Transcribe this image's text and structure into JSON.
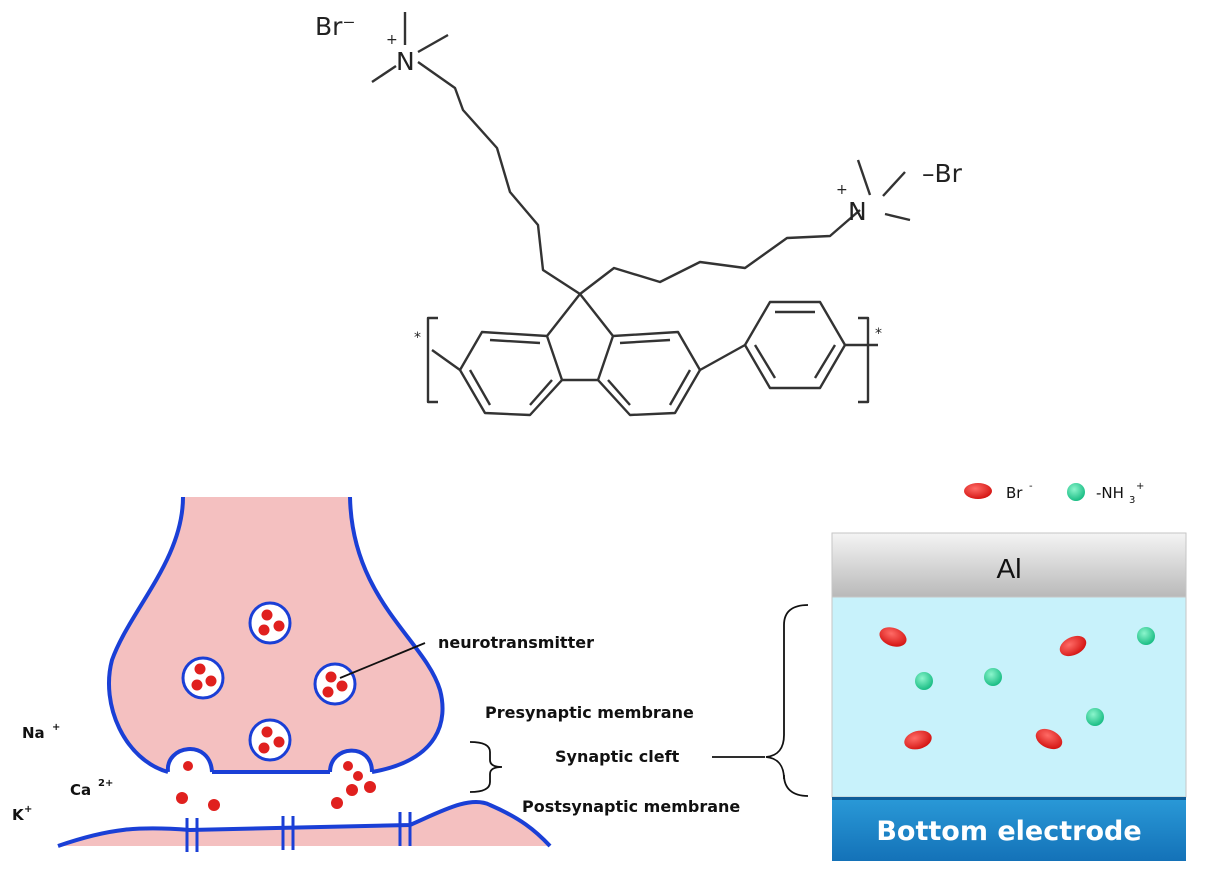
{
  "molecule": {
    "counterion_left": "Br⁻",
    "counterion_right": "–Br",
    "nitrogen": "N",
    "charge_plus": "+",
    "chain_end_marker": "*"
  },
  "synapse": {
    "label_neurotransmitter": "neurotransmitter",
    "label_presynaptic": "Presynaptic membrane",
    "label_cleft": "Synaptic cleft",
    "label_postsynaptic": "Postsynaptic membrane",
    "ions": {
      "na": "Na",
      "na_charge": "+",
      "ca": "Ca",
      "ca_charge": "2+",
      "k": "K",
      "k_charge": "+"
    }
  },
  "device": {
    "top_electrode": "Al",
    "bottom_electrode": "Bottom electrode",
    "legend": {
      "br": "Br",
      "br_charge": "-",
      "nh3_prefix": "-NH",
      "nh3_sub": "3",
      "nh3_charge": "+"
    }
  },
  "colors": {
    "membrane": "#1a3fd6",
    "cytoplasm": "#f4c0c0",
    "vesicle_dot": "#e0201e",
    "cation": "#22d39a",
    "electrolyte": "#c8f2fb",
    "electrode_top": "#bdbdbd",
    "electrode_bottom": "#1c86cc"
  }
}
